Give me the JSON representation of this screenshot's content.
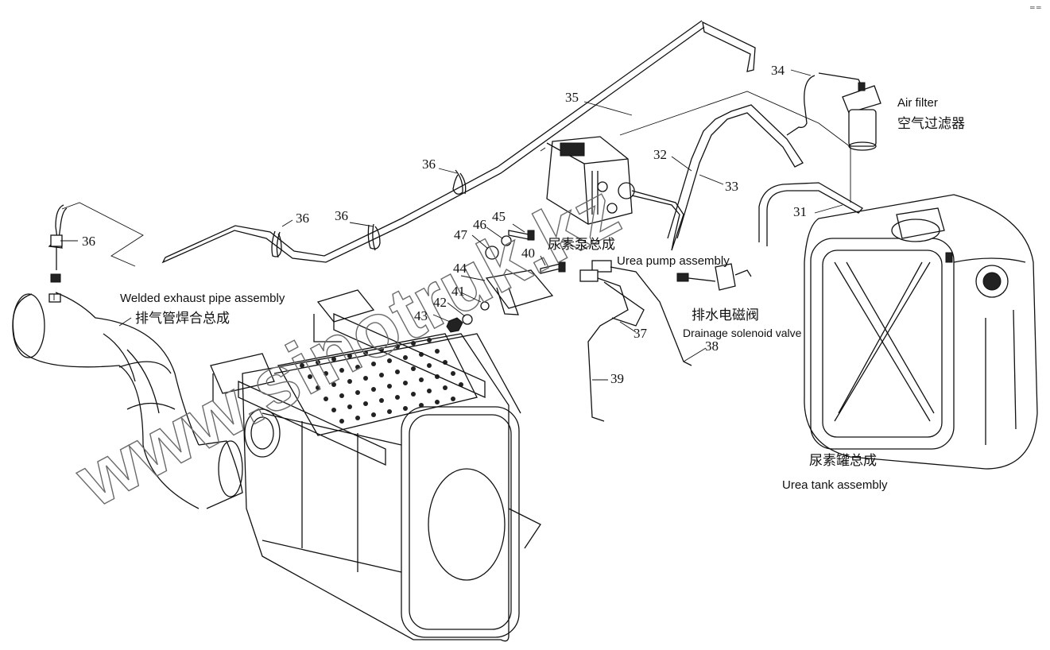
{
  "corner_mark": "═ ═",
  "watermark": "www.sinotruk.kz",
  "labels": {
    "welded_exhaust_en": "Welded exhaust pipe assembly",
    "welded_exhaust_cn": "排气管焊合总成",
    "urea_pump_cn": "尿素泵总成",
    "urea_pump_en": "Urea pump assembly",
    "drain_valve_cn": "排水电磁阀",
    "drain_valve_en": "Drainage solenoid valve",
    "air_filter_en": "Air filter",
    "air_filter_cn": "空气过滤器",
    "urea_tank_cn": "尿素罐总成",
    "urea_tank_en": "Urea tank assembly"
  },
  "callouts": {
    "c31": "31",
    "c32": "32",
    "c33": "33",
    "c34": "34",
    "c35": "35",
    "c36a": "36",
    "c36b": "36",
    "c36c": "36",
    "c36d": "36",
    "c37": "37",
    "c38": "38",
    "c39": "39",
    "c40": "40",
    "c41": "41",
    "c42": "42",
    "c43": "43",
    "c44": "44",
    "c45": "45",
    "c46": "46",
    "c47": "47"
  }
}
